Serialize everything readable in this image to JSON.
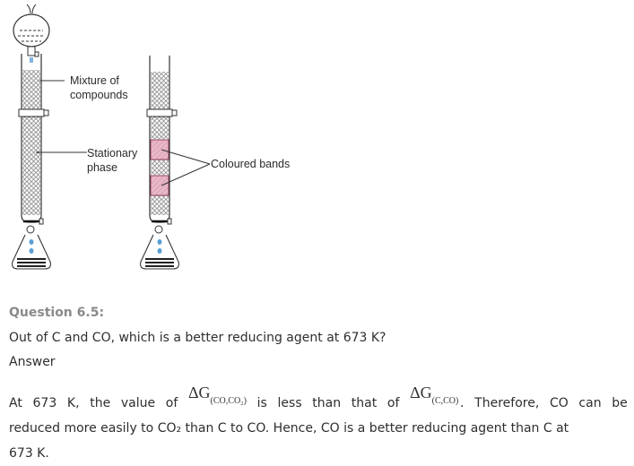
{
  "figure": {
    "labels": {
      "mixture_line1": "Mixture of",
      "mixture_line2": "compounds",
      "stationary_line1": "Stationary",
      "stationary_line2": "phase",
      "coloured_bands": "Coloured bands"
    },
    "colors": {
      "band": "#e9b8c8",
      "band_border": "#8a3a55",
      "droplet": "#5a9fd4",
      "outline": "#333333"
    }
  },
  "question": {
    "title": "Question 6.5:",
    "text": "Out of C and CO, which is a better reducing agent at 673 K?",
    "answer_label": "Answer"
  },
  "answer": {
    "line1": {
      "w1": "At",
      "w2": "673",
      "w3": "K,",
      "w4": "the",
      "w5": "value",
      "w6": "of",
      "dg1_symbol": "ΔG",
      "dg1_sub": "(CO,CO₂)",
      "w7": "is",
      "w8": "less",
      "w9": "than",
      "w10": "that",
      "w11": "of",
      "dg2_symbol": "ΔG",
      "dg2_sub": "(C,CO)",
      "w12": ".",
      "w13": "Therefore,",
      "w14": "CO",
      "w15": "can",
      "w16": "be"
    },
    "line2": "reduced more easily to CO₂ than C to CO. Hence, CO is a better reducing agent than C at",
    "line3": "673 K."
  },
  "colors": {
    "question_title": "#8a8a8a",
    "body_text": "#2e2e2e"
  }
}
